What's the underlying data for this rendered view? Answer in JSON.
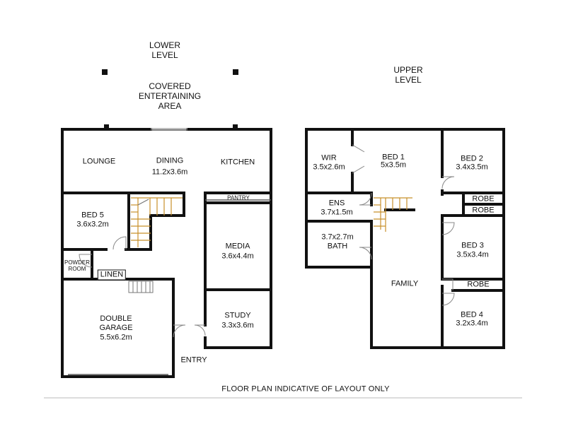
{
  "headings": {
    "lower_level": "LOWER\nLEVEL",
    "upper_level": "UPPER\nLEVEL",
    "covered_entertaining": "COVERED\nENTERTAINING\nAREA"
  },
  "lower_level": {
    "lounge": "LOUNGE",
    "dining": {
      "name": "DINING",
      "size": "11.2x3.6m"
    },
    "kitchen": "KITCHEN",
    "pantry": "PANTRY",
    "bed5": {
      "name": "BED 5",
      "size": "3.6x3.2m"
    },
    "media": {
      "name": "MEDIA",
      "size": "3.6x4.4m"
    },
    "powder_room": "POWDER\nROOM",
    "linen": "LINEN",
    "garage": {
      "name": "DOUBLE\nGARAGE",
      "size": "5.5x6.2m"
    },
    "study": {
      "name": "STUDY",
      "size": "3.3x3.6m"
    },
    "entry": "ENTRY"
  },
  "upper_level": {
    "wir": {
      "name": "WIR",
      "size": "3.5x2.6m"
    },
    "bed1": {
      "name": "BED 1",
      "size": "5x3.5m"
    },
    "bed2": {
      "name": "BED 2",
      "size": "3.4x3.5m"
    },
    "ens": {
      "name": "ENS",
      "size": "3.7x1.5m"
    },
    "robe_a": "ROBE",
    "robe_b": "ROBE",
    "bath": {
      "size": "3.7x2.7m",
      "name": "BATH"
    },
    "bed3": {
      "name": "BED 3",
      "size": "3.5x3.4m"
    },
    "family": "FAMILY",
    "robe_c": "ROBE",
    "bed4": {
      "name": "BED 4",
      "size": "3.2x3.4m"
    }
  },
  "footer_note": "FLOOR PLAN INDICATIVE OF LAYOUT ONLY",
  "colors": {
    "wall": "#111111",
    "stairs": "#c8902a",
    "door": "#888888"
  }
}
